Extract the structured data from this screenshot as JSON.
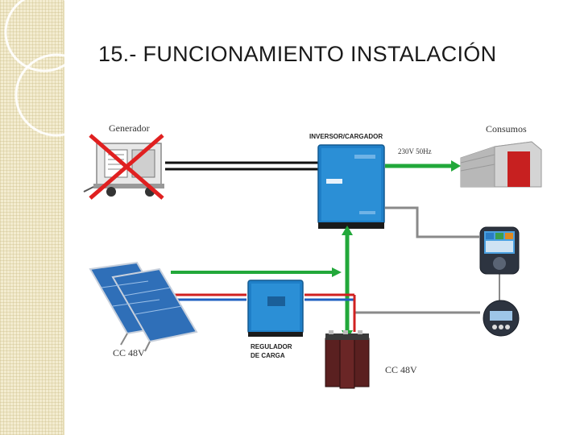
{
  "slide": {
    "title": "15.- FUNCIONAMIENTO INSTALACIÓN"
  },
  "diagram": {
    "generator_label": "Generador",
    "inverter_label": "INVERSOR/CARGADOR",
    "ac_label": "230V 50Hz",
    "loads_label": "Consumos",
    "pv_label": "CC 48V",
    "regulator_label_line1": "REGULADOR",
    "regulator_label_line2": "DE CARGA",
    "battery_label": "CC 48V"
  },
  "colors": {
    "flow_arrow": "#22a83a",
    "positive_wire": "#d02020",
    "negative_wire": "#2060c0",
    "equipment_blue": "#1f7fc8",
    "cross_out": "#e02020"
  }
}
